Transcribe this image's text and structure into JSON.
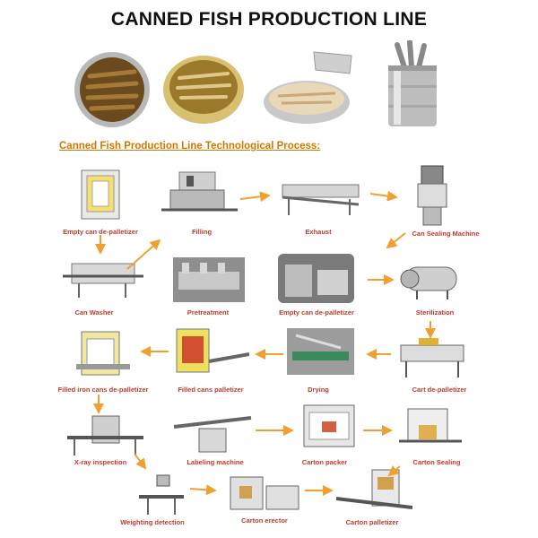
{
  "title": "CANNED FISH PRODUCTION LINE",
  "subtitle": "Canned Fish Production Line Technological Process:",
  "colors": {
    "label": "#c0392b",
    "subtitle": "#d07800",
    "arrow": "#f0a030"
  },
  "steps": [
    {
      "label": "Empty can de-palletizer"
    },
    {
      "label": "Filling"
    },
    {
      "label": "Exhaust"
    },
    {
      "label": "Can Sealing Machine"
    },
    {
      "label": "Can Washer"
    },
    {
      "label": "Pretreatment"
    },
    {
      "label": "Empty can de-palletizer"
    },
    {
      "label": "Sterilization"
    },
    {
      "label": "Filled iron cans de-palletizer"
    },
    {
      "label": "Filled cans palletizer"
    },
    {
      "label": "Drying"
    },
    {
      "label": "Cart de-palletizer"
    },
    {
      "label": "X-ray inspection"
    },
    {
      "label": "Labeling machine"
    },
    {
      "label": "Carton packer"
    },
    {
      "label": "Carton Sealing"
    },
    {
      "label": "Weighting detection"
    },
    {
      "label": "Carton erector"
    },
    {
      "label": "Carton palletizer"
    }
  ]
}
